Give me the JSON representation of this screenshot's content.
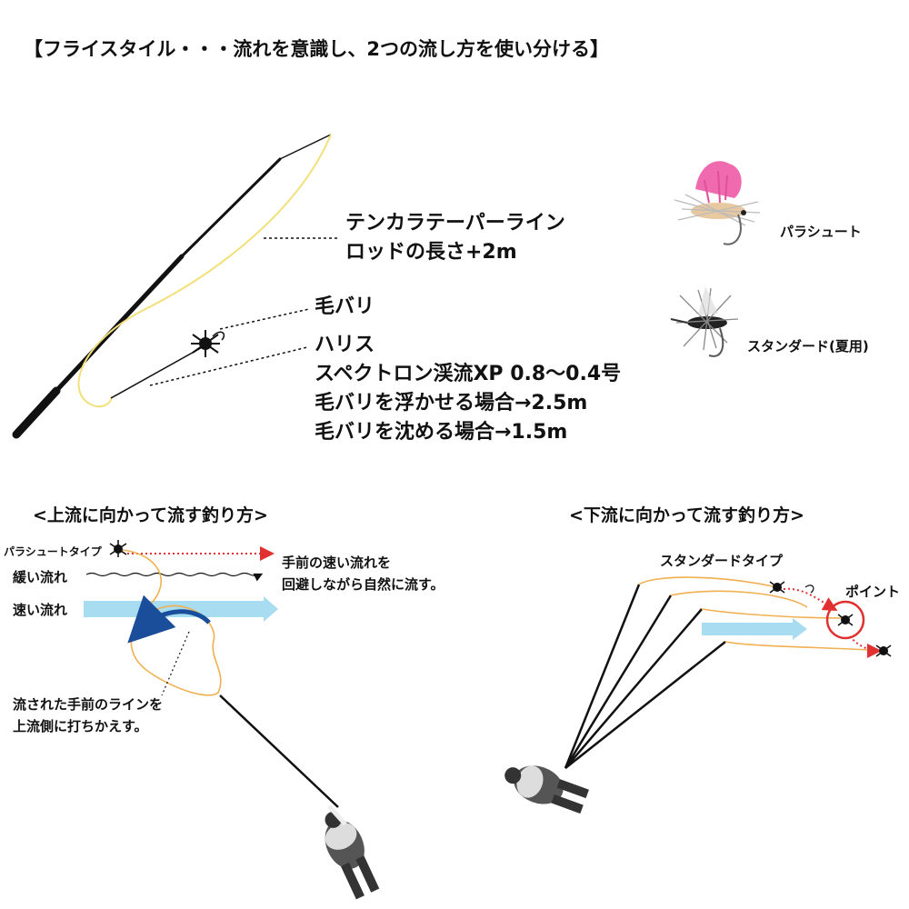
{
  "title": "【フライスタイル・・・流れを意識し、2つの流し方を使い分ける】",
  "rig": {
    "line_label_1": "テンカラテーパーライン",
    "line_label_2": "ロッドの長さ+2m",
    "fly_label": "毛バリ",
    "tippet_label": "ハリス",
    "tippet_spec": "スペクトロン渓流XP 0.8〜0.4号",
    "float_length": "毛バリを浮かせる場合→2.5m",
    "sink_length": "毛バリを沈める場合→1.5m"
  },
  "flies": {
    "parachute": "パラシュート",
    "standard": "スタンダード(夏用)"
  },
  "upstream": {
    "heading": "<上流に向かって流す釣り方>",
    "fly_type": "パラシュートタイプ",
    "slow_current": "緩い流れ",
    "fast_current": "速い流れ",
    "note_1": "手前の速い流れを",
    "note_2": "回避しながら自然に流す。",
    "mend_1": "流された手前のラインを",
    "mend_2": "上流側に打ちかえす。"
  },
  "downstream": {
    "heading": "<下流に向かって流す釣り方>",
    "fly_type": "スタンダードタイプ",
    "point": "ポイント"
  },
  "colors": {
    "line": "#f0b050",
    "yellow_line": "#f2e07a",
    "current": "#a8dcf0",
    "mend_arrow": "#1a4d9a",
    "red_arrow": "#e03030",
    "pink": "#f06ab0"
  }
}
